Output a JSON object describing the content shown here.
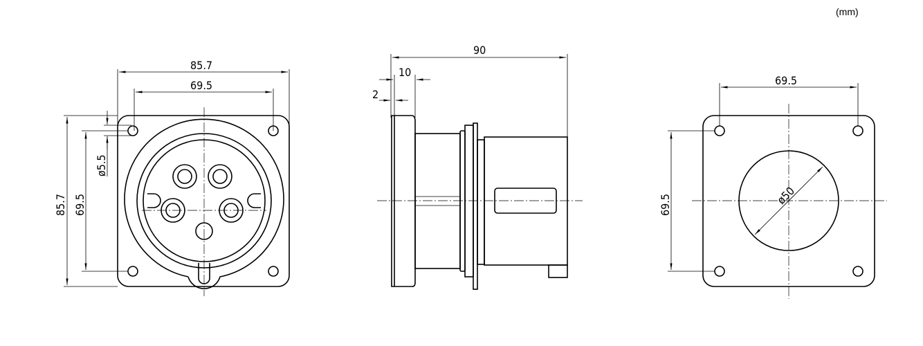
{
  "unit_label": "(mm)",
  "front_view": {
    "width": "85.7",
    "hole_spacing_h": "69.5",
    "height": "85.7",
    "hole_spacing_v": "69.5",
    "hole_diameter": "ø5.5"
  },
  "side_view": {
    "length": "90",
    "flange": "10",
    "lip": "2"
  },
  "rear_view": {
    "hole_spacing_h": "69.5",
    "hole_spacing_v": "69.5",
    "cutout_diameter": "ø50"
  }
}
